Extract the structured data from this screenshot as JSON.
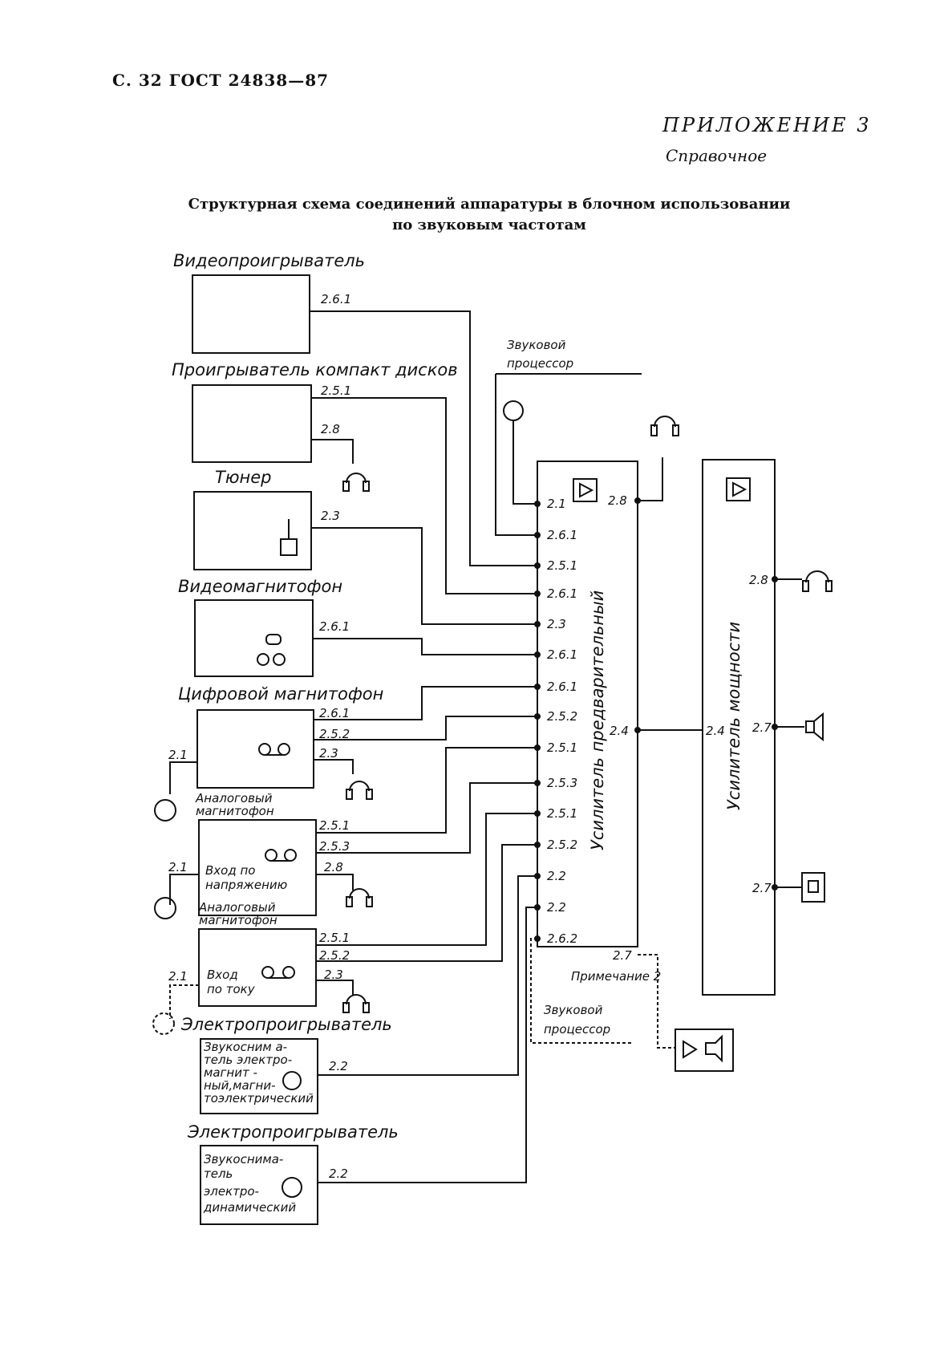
{
  "header": {
    "page": "С. 32 ГОСТ 24838—87"
  },
  "appendix": {
    "title": "ПРИЛОЖЕНИЕ 3",
    "subtitle": "Справочное"
  },
  "title": {
    "line1": "Структурная схема соединений аппаратуры в блочном использовании",
    "line2": "по звуковым частотам"
  },
  "devices": {
    "video_player": "Видеопроигрыватель",
    "cd_player": "Проигрыватель компакт дисков",
    "tuner": "Тюнер",
    "vcr": "Видеомагнитофон",
    "digital_recorder": "Цифровой магнитофон",
    "analog_recorder_1": "Аналоговый магнитофон",
    "voltage_input": "Вход по напряжению",
    "analog_recorder_2": "Аналоговый магнитофон",
    "current_input": "Вход по току",
    "turntable_1": "Электропроигрыватель",
    "pickup_magnetic": "Звукосниматель электромагнитный, магнитоэлектрический",
    "turntable_2": "Электропроигрыватель",
    "pickup_dynamic": "Звукосниматель электродинамический",
    "sound_processor_top": "Звуковой процессор",
    "sound_processor_bottom": "Звуковой процессор",
    "preamp": "Усилитель предварительный",
    "power_amp": "Усилитель мощности",
    "note": "Примечание 2"
  },
  "device_lines": {
    "vcr": [
      "Видеомагни",
      "тофон"
    ],
    "analog_1": [
      "Аналоговый",
      "магнитофон"
    ],
    "analog_2": [
      "Аналоговый",
      "магнитофон"
    ],
    "voltage_in": [
      "Вход по",
      "напряжению"
    ],
    "current_in": [
      "Вход",
      "по току"
    ],
    "pickup_magnetic": [
      "Звукосним а-",
      "тель электро-",
      "магнит -",
      "ный,магни-",
      "тоэлектрический"
    ],
    "pickup_dynamic": [
      "Звукоснима-",
      "тель",
      "электро-",
      "динамический"
    ],
    "processor_top": [
      "Звуковой",
      "процессор"
    ],
    "processor_bottom": [
      "Звуковой",
      "процессор"
    ]
  },
  "outputs": {
    "video_player": "2.6.1",
    "cd_audio": "2.5.1",
    "cd_phones": "2.8",
    "tuner": "2.3",
    "vcr": "2.6.1",
    "dig_1": "2.6.1",
    "dig_2": "2.5.2",
    "dig_3": "2.3",
    "dig_mic": "2.1",
    "an1_1": "2.5.1",
    "an1_2": "2.5.3",
    "an1_3": "2.8",
    "an1_mic": "2.1",
    "an2_1": "2.5.1",
    "an2_2": "2.5.2",
    "an2_3": "2.3",
    "an2_mic": "2.1",
    "pickup1": "2.2",
    "pickup2": "2.2"
  },
  "preamp_inputs": [
    "2.1",
    "2.6.1",
    "2.5.1",
    "2.6.1",
    "2.3",
    "2.6.1",
    "2.6.1",
    "2.5.2",
    "2.5.1",
    "2.5.3",
    "2.5.1",
    "2.5.2",
    "2.2",
    "2.2",
    "2.6.2"
  ],
  "preamp_outputs": {
    "phones": "2.8",
    "main": "2.4",
    "aux": "2.7"
  },
  "power_amp": {
    "input": "2.4",
    "phones": "2.8",
    "speaker": "2.7",
    "speaker2": "2.7"
  }
}
